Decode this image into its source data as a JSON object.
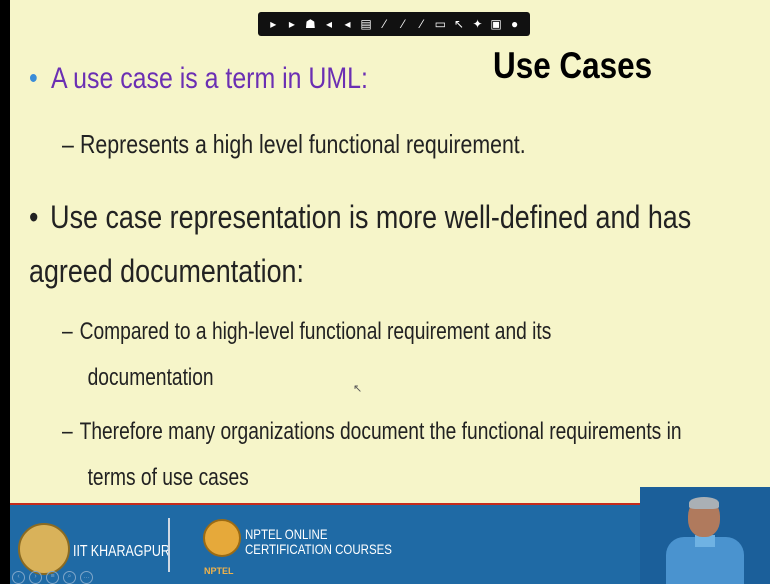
{
  "slide": {
    "title": "Use Cases",
    "bullet1": "A use case  is a term in UML:",
    "sub1": "Represents a  high level  functional requirement.",
    "bullet2_line1": "Use case representation is more well-defined and has",
    "bullet2_line2": "agreed documentation:",
    "sub2_line1": "Compared to a high-level functional requirement and its",
    "sub2_line2": "documentation",
    "sub3_line1": "Therefore many organizations document the functional requirements in",
    "sub3_line2": "terms of use cases",
    "bullet_glyph": "•",
    "dash_glyph": "–"
  },
  "toolbar": {
    "icons": [
      "arrow-next-icon",
      "arrow-forward-icon",
      "pointer-icon",
      "arrow-back-icon",
      "arrow-left-icon",
      "slides-icon",
      "pen-icon",
      "pen-color-icon",
      "highlighter-icon",
      "eraser-icon",
      "cursor-icon",
      "laser-icon",
      "screen-icon",
      "record-icon"
    ],
    "glyphs": [
      "▸",
      "▸",
      "☗",
      "◂",
      "◂",
      "▤",
      "⁄",
      "⁄",
      "⁄",
      "▭",
      "↖",
      "✦",
      "▣",
      "●"
    ]
  },
  "footer": {
    "institute": "IIT KHARAGPUR",
    "nptel_line1": "NPTEL ONLINE",
    "nptel_line2": "CERTIFICATION COURSES",
    "nptel_small": "NPTEL",
    "accent": "#1f6aa5",
    "rule_color": "#c42b1c"
  },
  "colors": {
    "slide_bg": "#f6f5c9",
    "bullet1_text": "#6b2fb3",
    "bullet1_dot": "#3a8cd8"
  }
}
